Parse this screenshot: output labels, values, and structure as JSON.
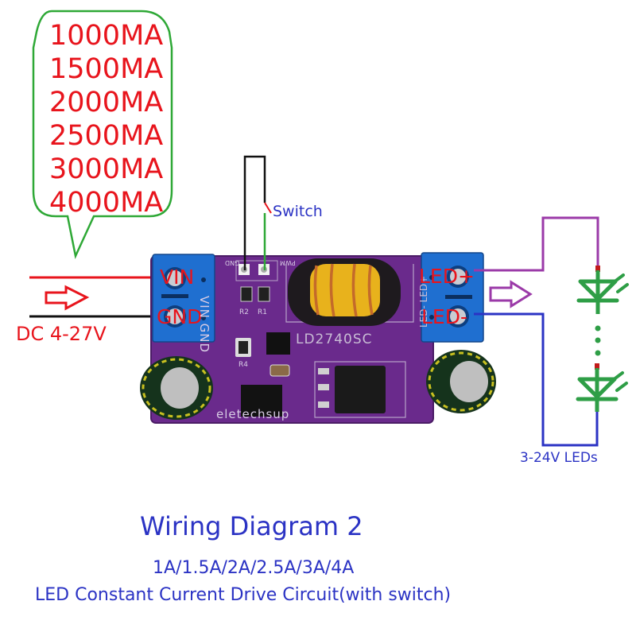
{
  "current_options": [
    "1000MA",
    "1500MA",
    "2000MA",
    "2500MA",
    "3000MA",
    "4000MA"
  ],
  "input": {
    "vin_label": "VIN",
    "gnd_label": "GND",
    "voltage_label": "DC 4-27V"
  },
  "switch_label": "Switch",
  "output": {
    "led_plus_label": "LED+",
    "led_minus_label": "LED-",
    "led_string_label": "3-24V LEDs"
  },
  "board": {
    "model": "LD2740SC",
    "brand": "eletechsup",
    "silkscreen": {
      "vin_gnd": "VIN GND",
      "led_pins": "LED- LED+",
      "gnd_pad": "GND",
      "pwm_pad": "PWM",
      "r1": "R1",
      "r2": "R2",
      "r4": "R4"
    }
  },
  "caption": {
    "title": "Wiring Diagram 2",
    "currents": "1A/1.5A/2A/2.5A/3A/4A",
    "description": "LED Constant Current Drive Circuit(with switch)"
  },
  "colors": {
    "bubble_border": "#2ea836",
    "label_red": "#e8141c",
    "text_blue": "#2b33c4",
    "wire_purple": "#9b3aa8",
    "wire_blue": "#2b33c4",
    "led_green": "#2e9e46",
    "pcb_purple": "#6a2a8c",
    "terminal_blue": "#1f6fd0"
  }
}
